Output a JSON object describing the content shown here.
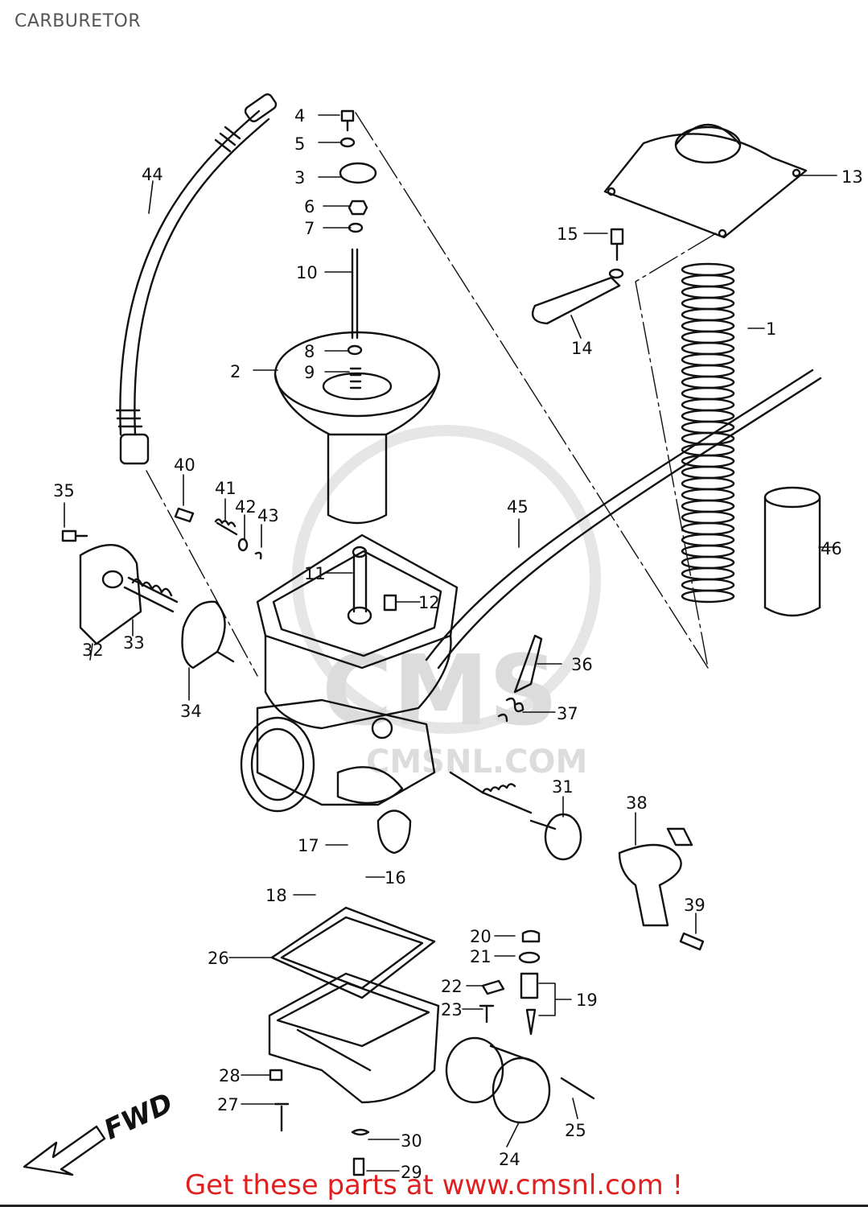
{
  "header": {
    "title": "CARBURETOR"
  },
  "watermark": {
    "brand": "CMS",
    "site": "CMSNL.COM"
  },
  "diagram": {
    "fwd_label": "FWD",
    "part_labels": [
      "1",
      "2",
      "3",
      "4",
      "5",
      "6",
      "7",
      "8",
      "9",
      "10",
      "11",
      "12",
      "13",
      "14",
      "15",
      "16",
      "17",
      "18",
      "19",
      "20",
      "21",
      "22",
      "23",
      "24",
      "25",
      "26",
      "27",
      "28",
      "29",
      "30",
      "31",
      "32",
      "33",
      "34",
      "35",
      "36",
      "37",
      "38",
      "39",
      "40",
      "41",
      "42",
      "43",
      "44",
      "45",
      "46"
    ]
  },
  "footer": {
    "link_text": "Get these parts at www.cmsnl.com !"
  }
}
